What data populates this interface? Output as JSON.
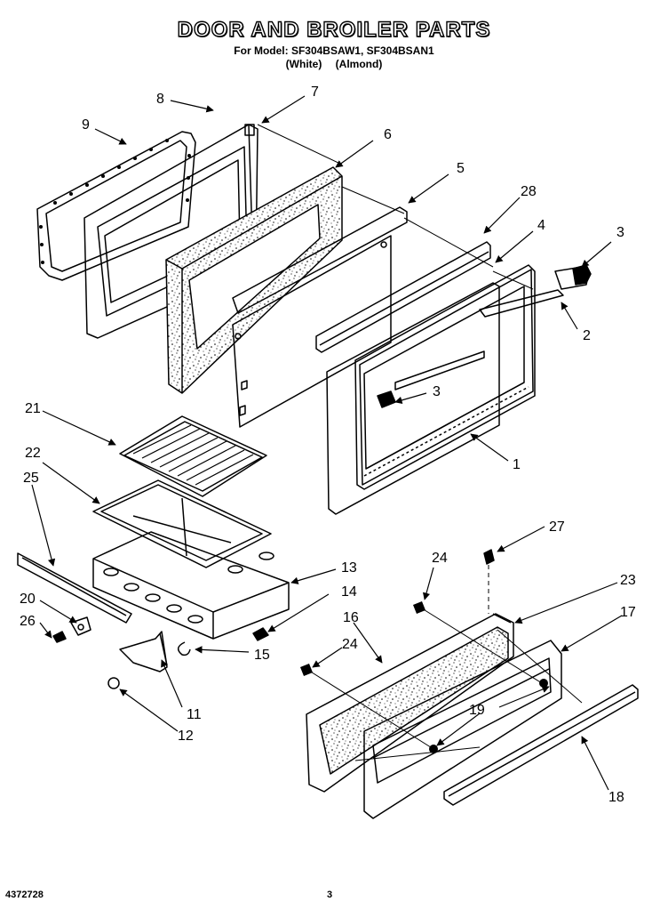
{
  "header": {
    "title": "DOOR AND BROILER PARTS",
    "model_line": "For Model: SF304BSAW1, SF304BSAN1",
    "color_white": "(White)",
    "color_almond": "(Almond)"
  },
  "footer": {
    "doc_number": "4372728",
    "page_number": "3"
  },
  "callouts": {
    "c1": "1",
    "c2": "2",
    "c3a": "3",
    "c3b": "3",
    "c4": "4",
    "c5": "5",
    "c6": "6",
    "c7": "7",
    "c8": "8",
    "c9": "9",
    "c11": "11",
    "c12": "12",
    "c13": "13",
    "c14": "14",
    "c15": "15",
    "c16": "16",
    "c17": "17",
    "c18": "18",
    "c19": "19",
    "c20": "20",
    "c21": "21",
    "c22": "22",
    "c23": "23",
    "c24a": "24",
    "c24b": "24",
    "c25": "25",
    "c26": "26",
    "c27": "27",
    "c28": "28"
  }
}
